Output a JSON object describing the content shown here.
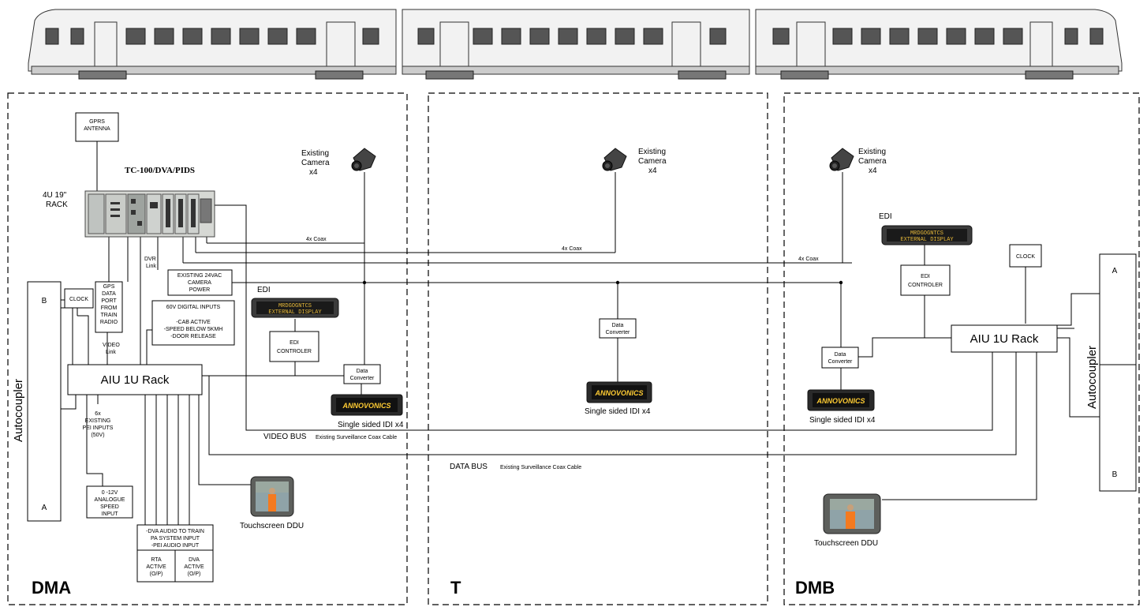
{
  "cars": {
    "dma": "DMA",
    "t": "T",
    "dmb": "DMB"
  },
  "dma": {
    "gprs": [
      "GPRS",
      "ANTENNA"
    ],
    "tc_title": "TC-100/DVA/PIDS",
    "rack_label": [
      "4U 19\"",
      "RACK"
    ],
    "gps": [
      "GPS",
      "DATA",
      "PORT",
      "FROM",
      "TRAIN",
      "RADIO"
    ],
    "clock": "CLOCK",
    "b": "B",
    "a": "A",
    "autocoupler": "Autocoupler",
    "dvr": [
      "DVR",
      "Link"
    ],
    "cam_power": [
      "EXISTING 24VAC",
      "CAMERA",
      "POWER"
    ],
    "digital": [
      "60V DIGITAL INPUTS",
      "-CAB ACTIVE",
      "-SPEED BELOW 5KMH",
      "-DOOR RELEASE"
    ],
    "video_link": [
      "VIDEO",
      "Link"
    ],
    "aiu": "AIU 1U Rack",
    "pei": [
      "6x",
      "EXISTING",
      "PEI INPUTS",
      "(50V)"
    ],
    "analogue": [
      "0 -12V",
      "ANALOGUE",
      "SPEED",
      "INPUT"
    ],
    "dva_audio": [
      "-DVA AUDIO TO TRAIN",
      "PA SYSTEM INPUT",
      "-PEI AUDIO INPUT"
    ],
    "rta": [
      "RTA",
      "ACTIVE",
      "(O/P)"
    ],
    "dva": [
      "DVA",
      "ACTIVE",
      "(O/P)"
    ],
    "edi": "EDI",
    "edi_ctrl": [
      "EDI",
      "CONTROLER"
    ],
    "data_conv": [
      "Data",
      "Converter"
    ],
    "camera": [
      "Existing",
      "Camera",
      "x4"
    ],
    "coax": "4x Coax",
    "idi": "Single sided IDI x4",
    "ddu": "Touchscreen DDU",
    "video_bus": "VIDEO BUS",
    "video_bus_note": "Existing Surveillance Coax Cable"
  },
  "t": {
    "camera": [
      "Existing",
      "Camera",
      "x4"
    ],
    "coax": "4x Coax",
    "data_conv": [
      "Data",
      "Converter"
    ],
    "idi": "Single sided IDI x4",
    "data_bus": "DATA BUS",
    "data_bus_note": "Existing Surveillance Coax Cable"
  },
  "dmb": {
    "camera": [
      "Existing",
      "Camera",
      "x4"
    ],
    "coax": "4x Coax",
    "edi": "EDI",
    "clock": "CLOCK",
    "edi_ctrl": [
      "EDI",
      "CONTROLER"
    ],
    "a": "A",
    "b": "B",
    "autocoupler": "Autocoupler",
    "aiu": "AIU 1U Rack",
    "data_conv": [
      "Data",
      "Converter"
    ],
    "idi": "Single sided IDI x4",
    "ddu": "Touchscreen DDU"
  },
  "displays": {
    "edi_line1": "MRDGOGNTCS",
    "edi_line2": "EXTERNAL DISPLAY",
    "idi_brand": "ANNOVONICS"
  },
  "colors": {
    "accent": "#f47a20",
    "led": "#e7b93a",
    "idi": "#ffcc33"
  }
}
